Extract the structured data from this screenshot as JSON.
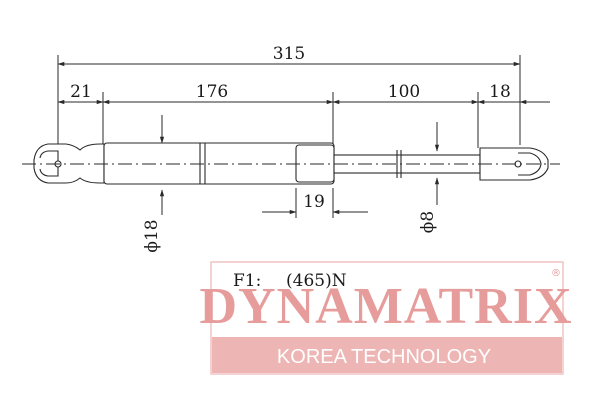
{
  "dimensions": {
    "total_length": "315",
    "end_left": "21",
    "cylinder": "176",
    "stroke": "100",
    "end_right": "18",
    "sleeve": "19",
    "cylinder_diameter": "ϕ18",
    "rod_diameter": "ϕ8"
  },
  "force_label": "F1:",
  "force_value": "(465)N",
  "brand": {
    "name": "DYNAMATRIX",
    "registered_mark": "®",
    "tagline": "KOREA TECHNOLOGY"
  },
  "colors": {
    "line": "#2a2a2a",
    "brand_pink": "#e79c9c",
    "tag_band": "#eeb5b5"
  }
}
